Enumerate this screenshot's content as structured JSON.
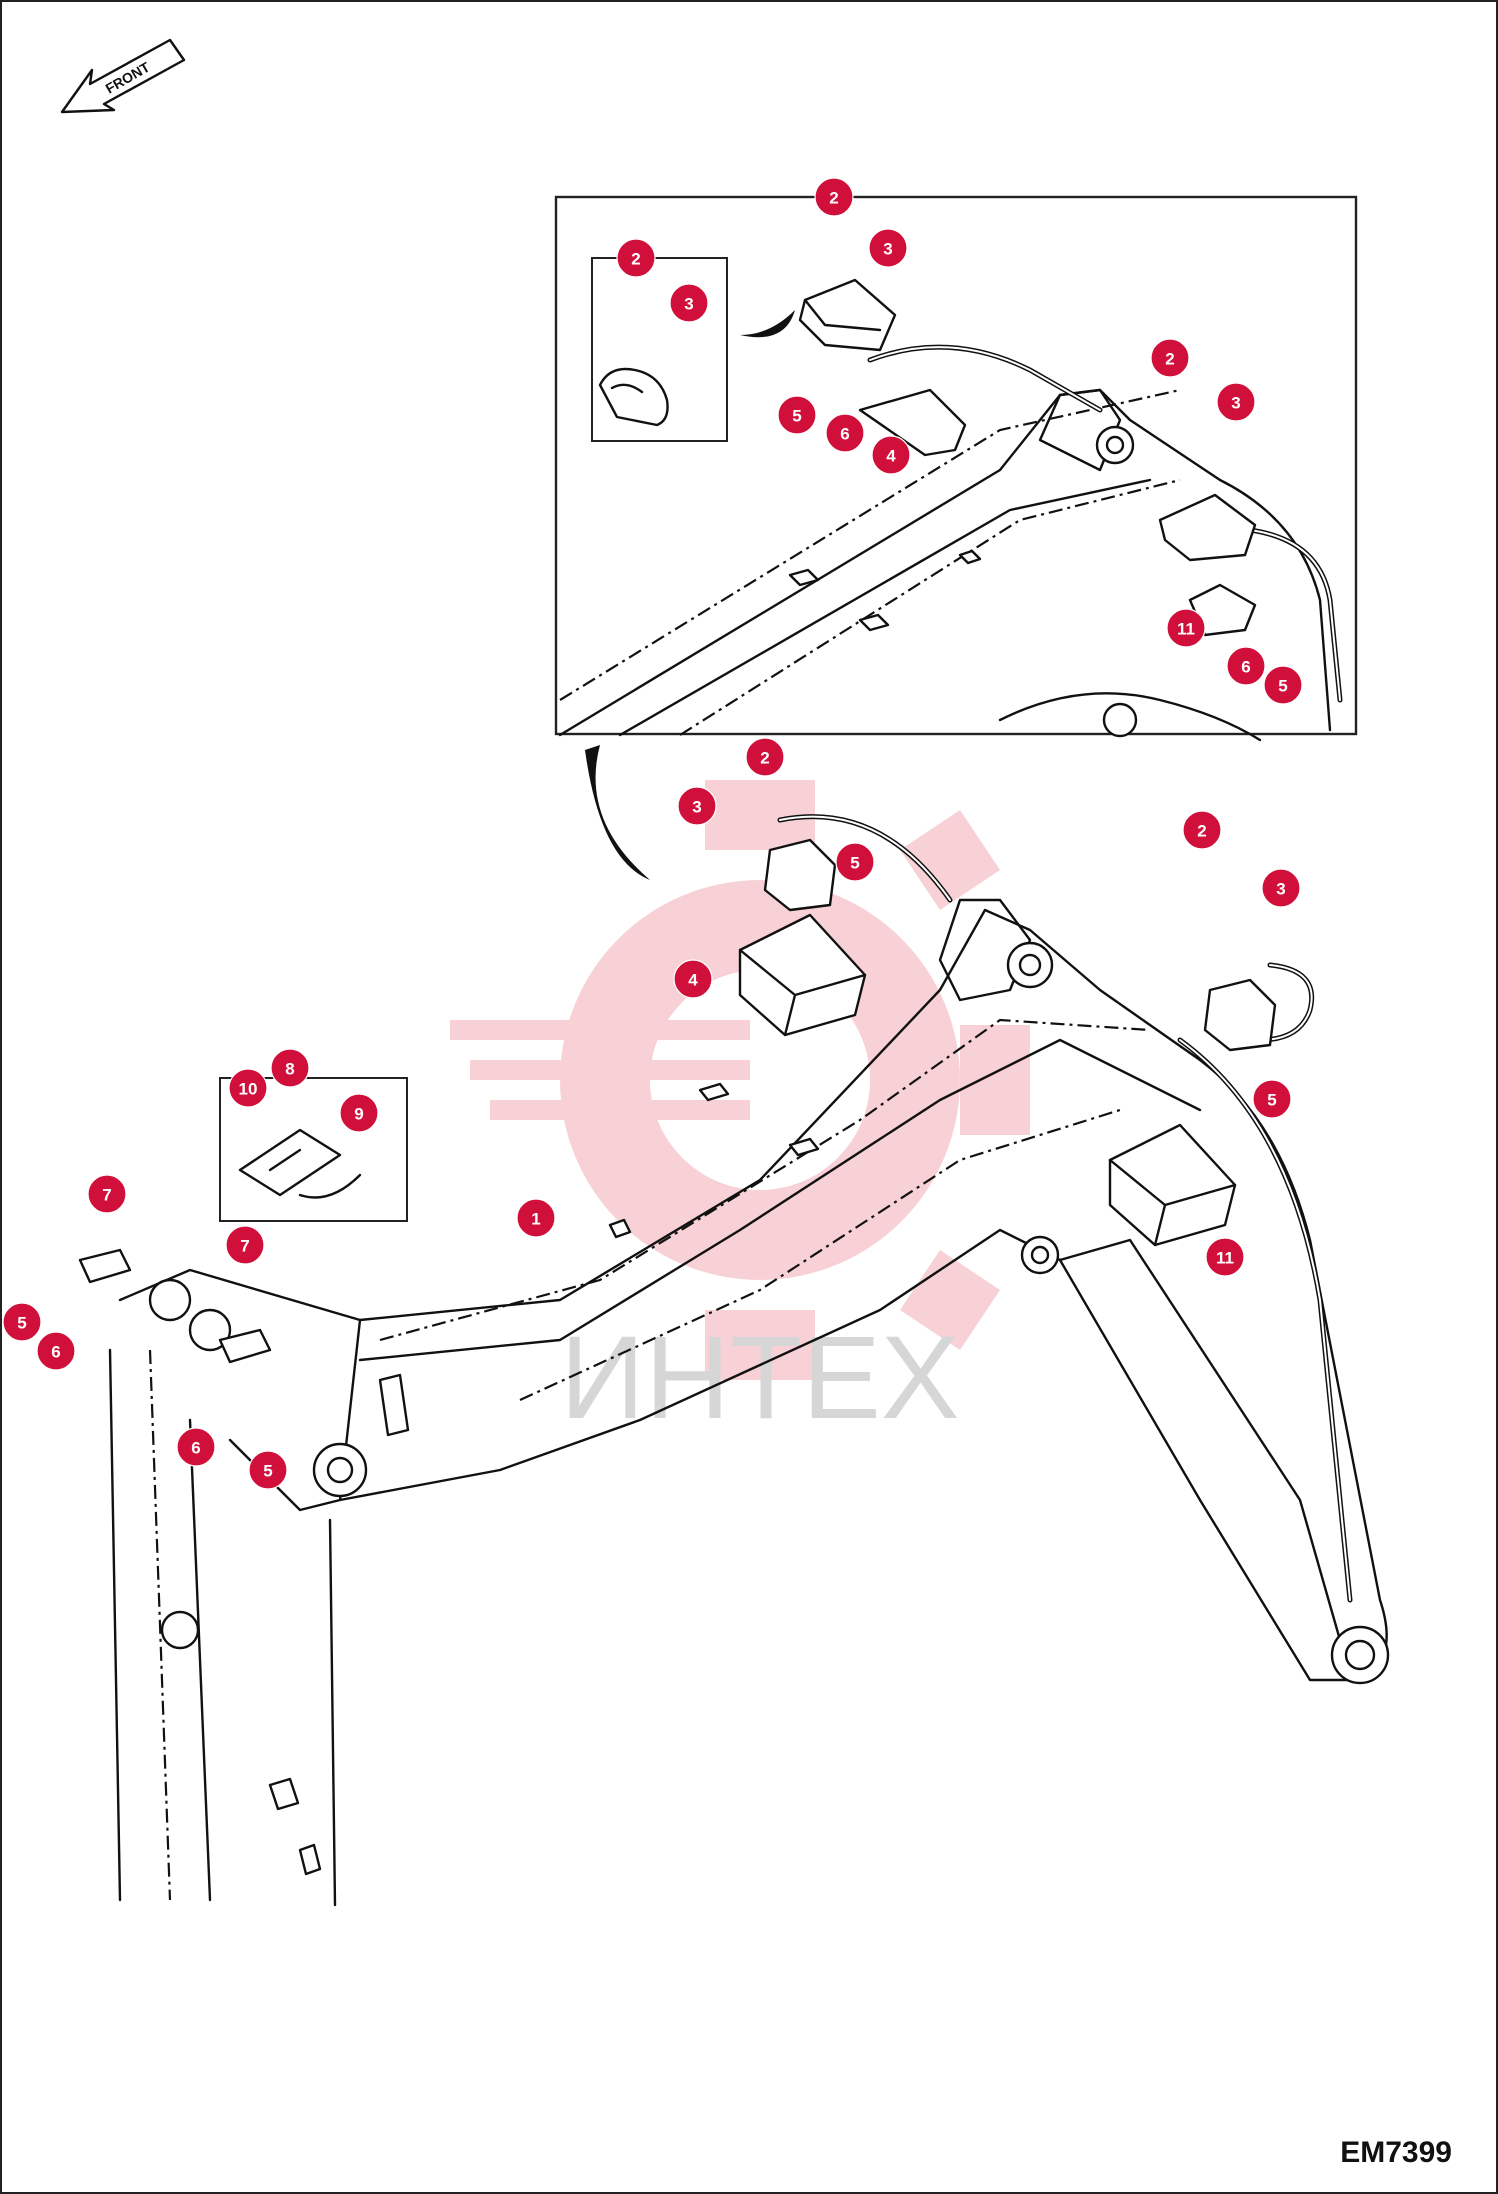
{
  "front_arrow": {
    "label": "FRONT"
  },
  "watermark": {
    "text": "ИНТЕХ"
  },
  "drawing_code": "EM7399",
  "callouts": [
    {
      "n": "2"
    },
    {
      "n": "3"
    },
    {
      "n": "2"
    },
    {
      "n": "3"
    },
    {
      "n": "5"
    },
    {
      "n": "6"
    },
    {
      "n": "4"
    },
    {
      "n": "2"
    },
    {
      "n": "3"
    },
    {
      "n": "11"
    },
    {
      "n": "6"
    },
    {
      "n": "5"
    },
    {
      "n": "2"
    },
    {
      "n": "3"
    },
    {
      "n": "5"
    },
    {
      "n": "4"
    },
    {
      "n": "2"
    },
    {
      "n": "3"
    },
    {
      "n": "5"
    },
    {
      "n": "11"
    },
    {
      "n": "8"
    },
    {
      "n": "10"
    },
    {
      "n": "9"
    },
    {
      "n": "7"
    },
    {
      "n": "7"
    },
    {
      "n": "1"
    },
    {
      "n": "5"
    },
    {
      "n": "6"
    },
    {
      "n": "6"
    },
    {
      "n": "5"
    }
  ]
}
